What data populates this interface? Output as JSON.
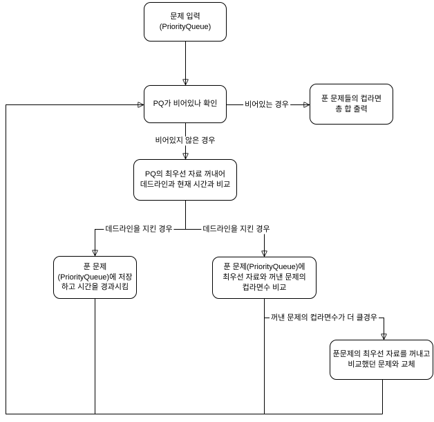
{
  "colors": {
    "background": "#ffffff",
    "node_fill": "#ffffff",
    "stroke": "#000000",
    "text": "#000000"
  },
  "diagram": {
    "type": "flowchart",
    "language": "ko",
    "nodes": {
      "start": {
        "label": "문제 입력\n(PriorityQueue)"
      },
      "check_empty": {
        "label": "PQ가 비어있나 확인"
      },
      "output_total": {
        "label": "푼 문제들의 컵라면\n총 합 출력"
      },
      "pop_compare_deadline": {
        "label": "PQ의 최우선 자료 꺼내어\n데드라인과 현재 시간과 비교"
      },
      "store_solved": {
        "label": "푼 문제\n(PriorityQueue)에 저장\n하고 시간을 경과시킴"
      },
      "compare_cup_count": {
        "label": "푼 문제(PriorityQueue)에\n최우선 자료와 꺼낸 문제의\n컵라면수 비교"
      },
      "swap_with_compared": {
        "label": "푼문제의 최우선 자료를 꺼내고\n비교했던 문제와 교체"
      }
    },
    "edge_labels": {
      "empty_case": "비어있는 경우",
      "not_empty_case": "비어있지 않은 경우",
      "deadline_kept_left": "데드라인을 지킨 경우",
      "deadline_kept_right": "데드라인을 지킨 경우",
      "larger_cup_count": "꺼낸 문제의 컵라면수가 더 클경우"
    }
  }
}
